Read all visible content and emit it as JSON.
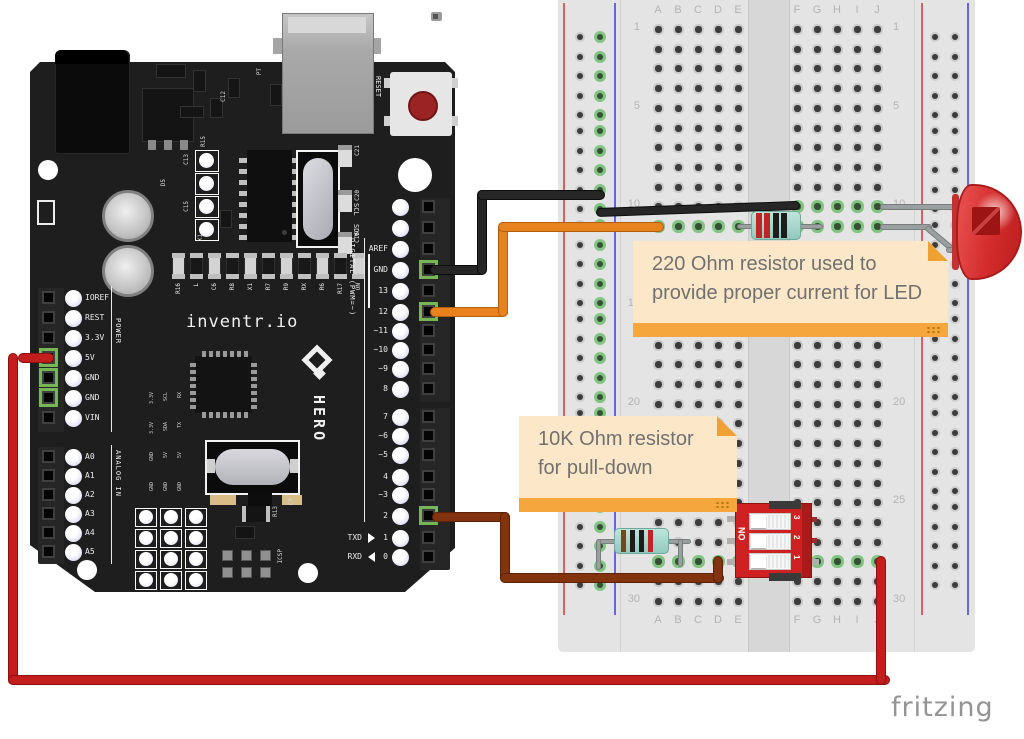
{
  "watermark": "fritzing",
  "notes": {
    "resistor_220_note": {
      "line1": "220 Ohm resistor used to",
      "line2": "provide proper current for LED"
    },
    "resistor_10k_note": {
      "line1": "10K Ohm resistor",
      "line2": "for pull-down"
    }
  },
  "breadboard": {
    "columns_left": [
      "A",
      "B",
      "C",
      "D",
      "E"
    ],
    "columns_right": [
      "F",
      "G",
      "H",
      "I",
      "J"
    ],
    "row_numbers": [
      "1",
      "5",
      "10",
      "15",
      "20",
      "25",
      "30"
    ],
    "positive_rail_color": "#dd5f5f",
    "negative_rail_color": "#6666dd",
    "connected_hole_color": "#82c382"
  },
  "arduino": {
    "brand": "inventr.io",
    "logo_text": "HERO",
    "reset_label": "RESET",
    "power_group_label": "POWER",
    "analog_group_label": "ANALOG IN",
    "digital_group_label": "DIGITAL (PWM=~)",
    "icsp_label": "ICSP",
    "txd_label": "TXD",
    "rxd_label": "RXD",
    "power_pins": [
      "IOREF",
      "REST",
      "3.3V",
      "5V",
      "GND",
      "GND",
      "VIN"
    ],
    "analog_pins": [
      "A0",
      "A1",
      "A2",
      "A3",
      "A4",
      "A5"
    ],
    "digital_pins_upper": [
      "SCL",
      "SDA",
      "AREF",
      "GND",
      "13",
      "12",
      "~11",
      "~10",
      "~9",
      "8"
    ],
    "digital_pins_lower": [
      "7",
      "~6",
      "~5",
      "4",
      "~3",
      "2",
      "1",
      "0"
    ],
    "smd_refs": [
      "R16",
      "L",
      "C6",
      "R8",
      "X1",
      "R7",
      "R9",
      "RX",
      "R6",
      "R17",
      "ON"
    ],
    "cap_refs": [
      "C21",
      "C20",
      "C16"
    ],
    "misc_refs": [
      "R15",
      "C13",
      "C15",
      "C12",
      "PT",
      "D5",
      "X1",
      "R13",
      "CP"
    ],
    "mcu_pin_refs": [
      "3.3V",
      "SCL",
      "RX",
      "3.3V",
      "SDA",
      "TX",
      "GND",
      "5V",
      "5V",
      "GND",
      "GND",
      "GND"
    ]
  },
  "components": {
    "led": {
      "body_color": "#d92f2f"
    },
    "resistor_220": {
      "band_colors": [
        "#c02525",
        "#c02525",
        "#1c1c1c",
        "#1c1c1c"
      ],
      "body_color": "#a8d8cd"
    },
    "resistor_10k": {
      "band_colors": [
        "#7a4418",
        "#1c1c1c",
        "#1c1c1c",
        "#c02525"
      ],
      "body_color": "#a8d8cd"
    },
    "dip_switch": {
      "on_label": "ON",
      "switch_labels": [
        "3",
        "2",
        "1"
      ],
      "body_color": "#cf2121"
    }
  },
  "wire_colors": {
    "black": "#262626",
    "orange": "#e8821e",
    "brown": "#84330f",
    "red": "#c41d1d",
    "lead_gray": "#9aa0a0"
  }
}
